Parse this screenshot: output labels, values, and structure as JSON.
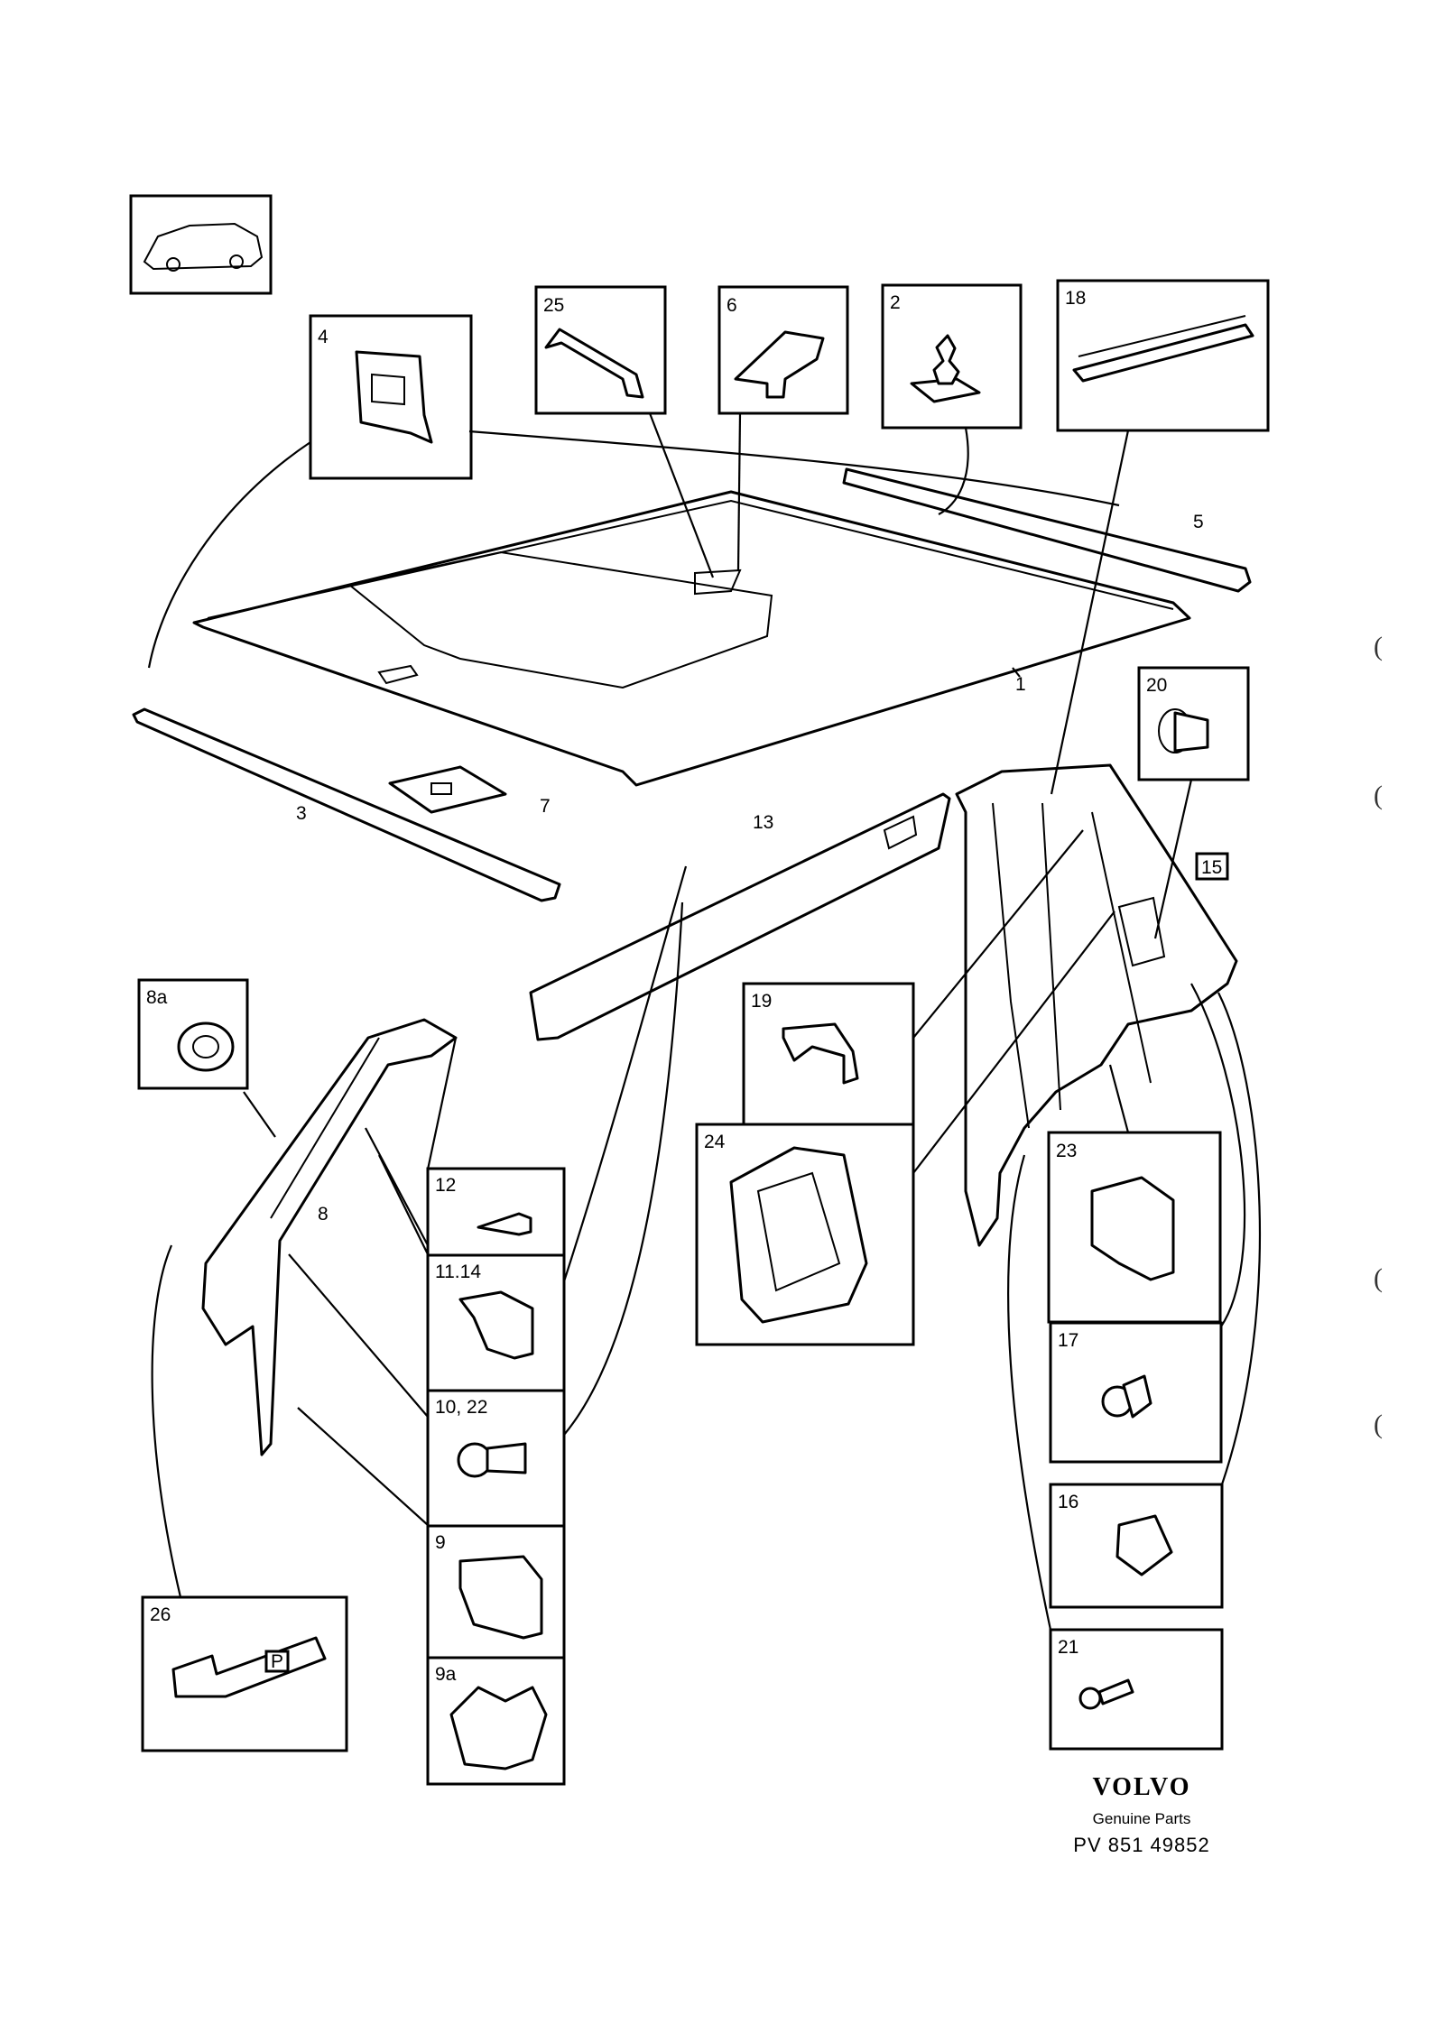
{
  "callouts": {
    "c1": "1",
    "c2": "2",
    "c3": "3",
    "c4": "4",
    "c5": "5",
    "c6": "6",
    "c7": "7",
    "c8": "8",
    "c8a": "8a",
    "c9": "9",
    "c9a": "9a",
    "c10": "10, 22",
    "c11": "11.14",
    "c12": "12",
    "c13": "13",
    "c15": "15",
    "c16": "16",
    "c17": "17",
    "c18": "18",
    "c19": "19",
    "c20": "20",
    "c21": "21",
    "c23": "23",
    "c24": "24",
    "c25": "25",
    "c26": "26"
  },
  "bracket_label": "P",
  "footer": {
    "brand": "VOLVO",
    "subtitle": "Genuine Parts",
    "part_number": "PV 851 49852"
  },
  "margin_marks": [
    "(",
    "(",
    "(",
    "("
  ],
  "colors": {
    "ink": "#000000",
    "paper": "#ffffff"
  }
}
